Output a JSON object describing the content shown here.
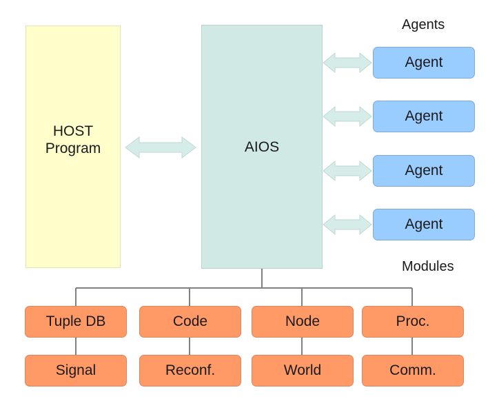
{
  "host": {
    "line1": "HOST",
    "line2": "Program"
  },
  "aios": {
    "label": "AIOS"
  },
  "agents_heading": "Agents",
  "modules_heading": "Modules",
  "agents": [
    "Agent",
    "Agent",
    "Agent",
    "Agent"
  ],
  "modules_row1": [
    "Tuple DB",
    "Code",
    "Node",
    "Proc."
  ],
  "modules_row2": [
    "Signal",
    "Reconf.",
    "World",
    "Comm."
  ],
  "colors": {
    "host": "#ffffcc",
    "aios": "#d0e9e5",
    "agent": "#99ccff",
    "module": "#ff9966",
    "arrow": "#d6ece8",
    "connector": "#808080"
  }
}
